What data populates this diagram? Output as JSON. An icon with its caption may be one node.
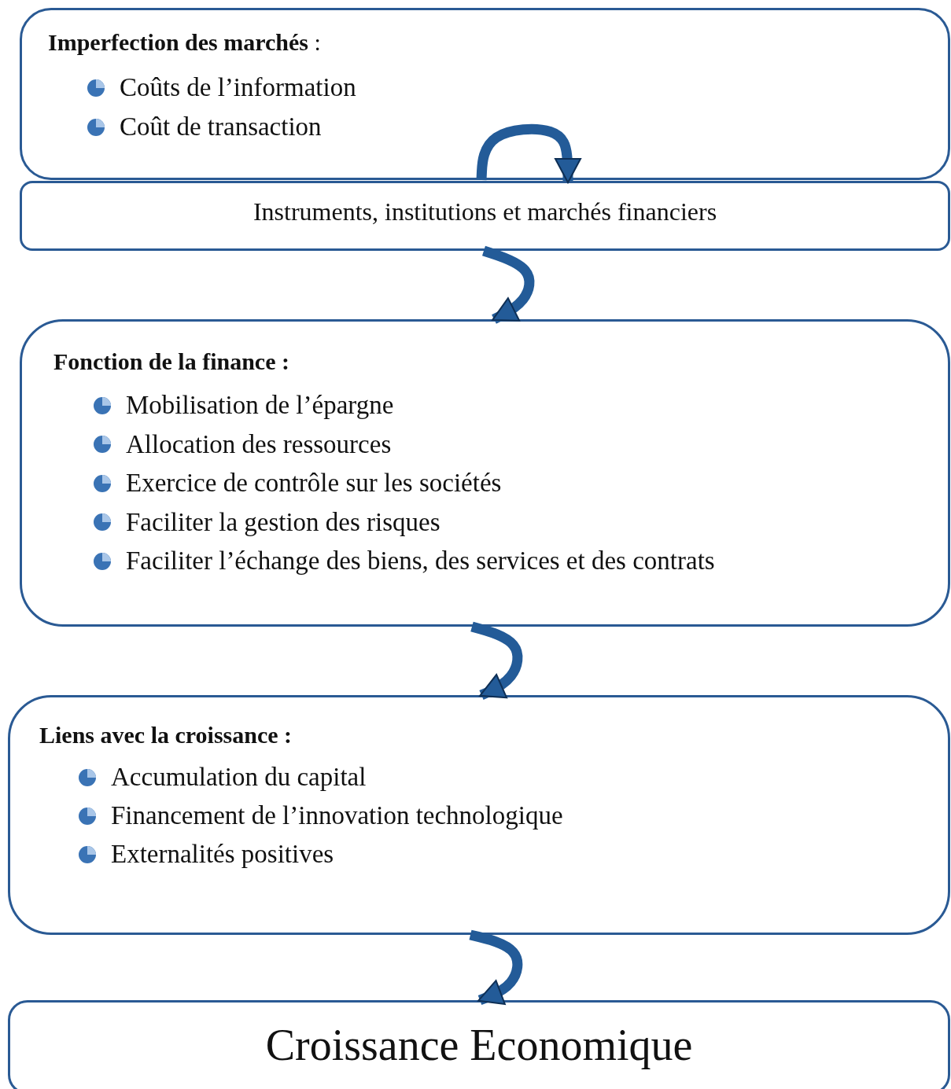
{
  "diagram": {
    "nodes": [
      {
        "text": [
          "**Imperfection des marchés** :",
          "Coûts de l’information",
          "Coût de transaction"
        ]
      },
      {
        "text": [
          "Instruments, institutions et marchés financiers"
        ]
      },
      {
        "text": [
          "Fonction de la finance :",
          "Mobilisation de l’épargne",
          "Allocation des ressources",
          "Exercice de contrôle sur les sociétés",
          "Faciliter la gestion des risques",
          "Faciliter l’échange des biens, des services et des contrats"
        ]
      },
      {
        "text": [
          "Liens avec la croissance :",
          "Accumulation du capital",
          "Financement de l’innovation technologique",
          "Externalités positives"
        ]
      },
      {
        "text": [
          "Croissance Economique"
        ]
      }
    ],
    "edges": [
      {
        "from": 0,
        "to": 1,
        "arrow": "to"
      },
      {
        "from": 1,
        "to": 2,
        "arrow": "to"
      },
      {
        "from": 2,
        "to": 3,
        "arrow": "to"
      },
      {
        "from": 3,
        "to": 4,
        "arrow": "to"
      }
    ]
  }
}
